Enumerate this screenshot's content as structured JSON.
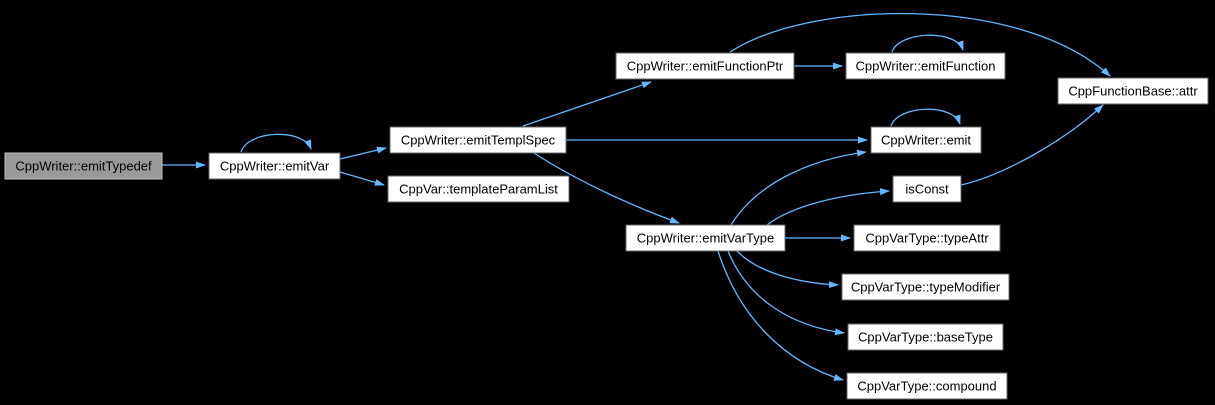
{
  "diagram": {
    "type": "call-graph",
    "nodes": [
      {
        "id": "emitTypedef",
        "label": "CppWriter::emitTypedef",
        "highlighted": true,
        "self_loop": false
      },
      {
        "id": "emitVar",
        "label": "CppWriter::emitVar",
        "highlighted": false,
        "self_loop": true
      },
      {
        "id": "emitTemplSpec",
        "label": "CppWriter::emitTemplSpec",
        "highlighted": false,
        "self_loop": false
      },
      {
        "id": "templateParamList",
        "label": "CppVar::templateParamList",
        "highlighted": false,
        "self_loop": false
      },
      {
        "id": "emitFunctionPtr",
        "label": "CppWriter::emitFunctionPtr",
        "highlighted": false,
        "self_loop": false
      },
      {
        "id": "emitFunction",
        "label": "CppWriter::emitFunction",
        "highlighted": false,
        "self_loop": true
      },
      {
        "id": "emit",
        "label": "CppWriter::emit",
        "highlighted": false,
        "self_loop": true
      },
      {
        "id": "attr",
        "label": "CppFunctionBase::attr",
        "highlighted": false,
        "self_loop": false
      },
      {
        "id": "emitVarType",
        "label": "CppWriter::emitVarType",
        "highlighted": false,
        "self_loop": false
      },
      {
        "id": "isConst",
        "label": "isConst",
        "highlighted": false,
        "self_loop": false
      },
      {
        "id": "typeAttr",
        "label": "CppVarType::typeAttr",
        "highlighted": false,
        "self_loop": false
      },
      {
        "id": "typeModifier",
        "label": "CppVarType::typeModifier",
        "highlighted": false,
        "self_loop": false
      },
      {
        "id": "baseType",
        "label": "CppVarType::baseType",
        "highlighted": false,
        "self_loop": false
      },
      {
        "id": "compound",
        "label": "CppVarType::compound",
        "highlighted": false,
        "self_loop": false
      }
    ],
    "edges": [
      {
        "from": "emitTypedef",
        "to": "emitVar"
      },
      {
        "from": "emitVar",
        "to": "emitVar"
      },
      {
        "from": "emitVar",
        "to": "emitTemplSpec"
      },
      {
        "from": "emitVar",
        "to": "templateParamList"
      },
      {
        "from": "emitTemplSpec",
        "to": "emitFunctionPtr"
      },
      {
        "from": "emitTemplSpec",
        "to": "emit"
      },
      {
        "from": "emitTemplSpec",
        "to": "emitVarType"
      },
      {
        "from": "emitFunctionPtr",
        "to": "emitFunction"
      },
      {
        "from": "emitFunctionPtr",
        "to": "attr"
      },
      {
        "from": "emitFunction",
        "to": "emitFunction"
      },
      {
        "from": "emit",
        "to": "emit"
      },
      {
        "from": "emitVarType",
        "to": "emit"
      },
      {
        "from": "emitVarType",
        "to": "isConst"
      },
      {
        "from": "emitVarType",
        "to": "typeAttr"
      },
      {
        "from": "emitVarType",
        "to": "typeModifier"
      },
      {
        "from": "emitVarType",
        "to": "baseType"
      },
      {
        "from": "emitVarType",
        "to": "compound"
      },
      {
        "from": "isConst",
        "to": "attr"
      }
    ],
    "colors": {
      "background": "#000000",
      "edge": "#63B8FF",
      "node_fill": "#FFFFFF",
      "node_border": "#666666",
      "highlight_fill": "#999999",
      "highlight_border": "#BEBEBE",
      "text": "#000000"
    }
  }
}
